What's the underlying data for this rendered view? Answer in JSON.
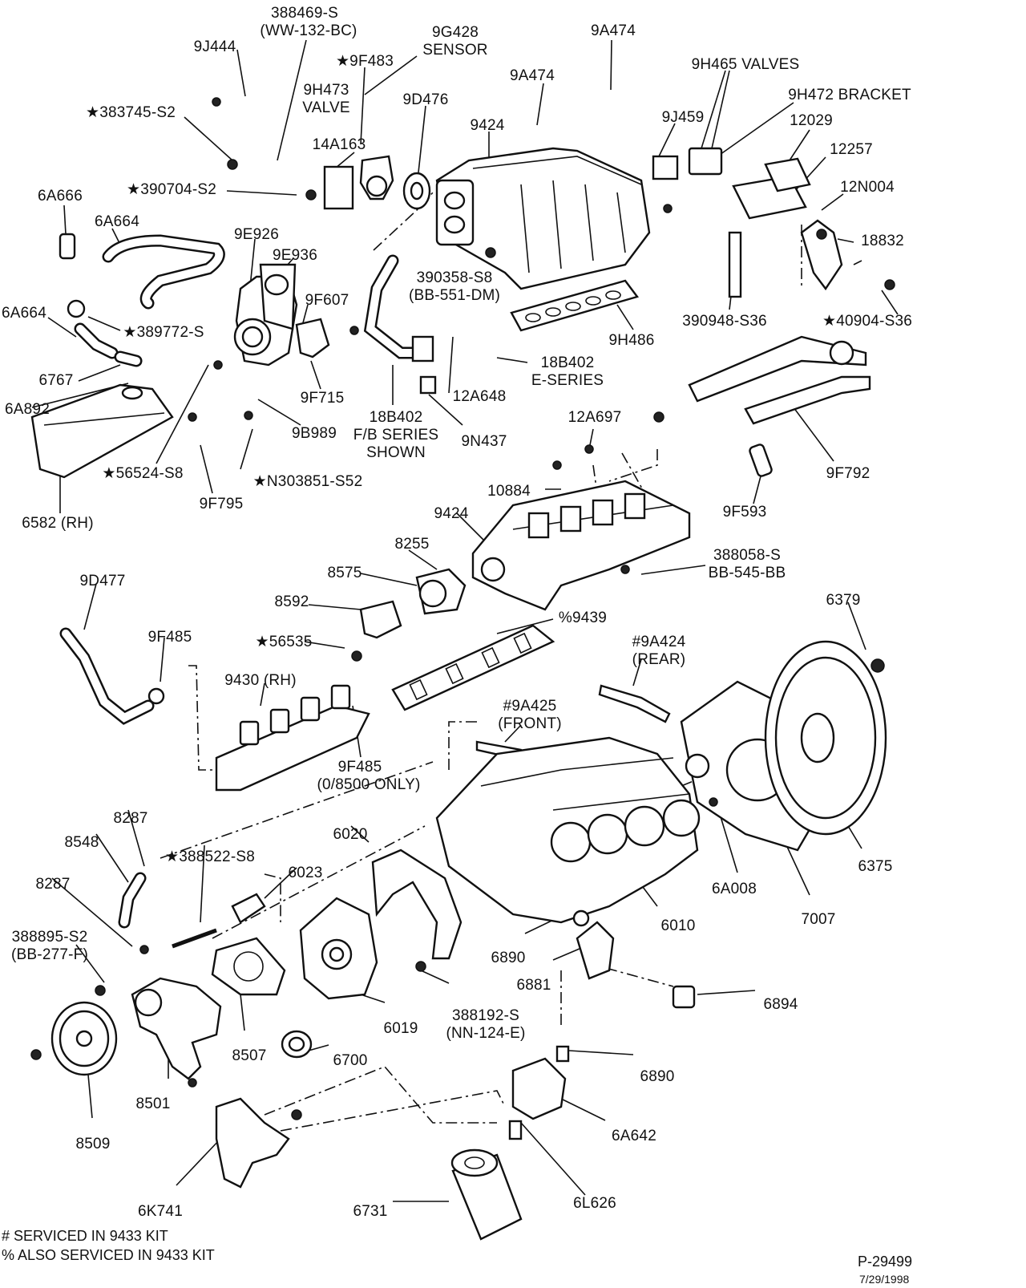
{
  "labels": {
    "l_388469": "388469-S",
    "l_ww132": "(WW-132-BC)",
    "l_9j444": "9J444",
    "l_9g428": "9G428",
    "l_sensor": "SENSOR",
    "l_9a474_a": "9A474",
    "l_9f483": "★9F483",
    "l_9h465": "9H465 VALVES",
    "l_9h473": "9H473",
    "l_valve": "VALVE",
    "l_9a474_b": "9A474",
    "l_9h472": "9H472 BRACKET",
    "l_383745": "★383745-S2",
    "l_9d476": "9D476",
    "l_9424_a": "9424",
    "l_9j459": "9J459",
    "l_12029": "12029",
    "l_14a163": "14A163",
    "l_12257": "12257",
    "l_390704": "★390704-S2",
    "l_6a666": "6A666",
    "l_12n004": "12N004",
    "l_6a664_a": "6A664",
    "l_9e926": "9E926",
    "l_18832": "18832",
    "l_9e936": "9E936",
    "l_390358": "390358-S8",
    "l_bb551": "(BB-551-DM)",
    "l_9f607": "9F607",
    "l_6a664_b": "6A664",
    "l_389772": "★389772-S",
    "l_390948": "390948-S36",
    "l_40904": "★40904-S36",
    "l_9h486": "9H486",
    "l_18b402_a": "18B402",
    "l_eseries": "E-SERIES",
    "l_6767": "6767",
    "l_12a648": "12A648",
    "l_9f715": "9F715",
    "l_6a892": "6A892",
    "l_18b402_b": "18B402",
    "l_fbseries": "F/B SERIES",
    "l_shown": "SHOWN",
    "l_9b989": "9B989",
    "l_12a697": "12A697",
    "l_9n437": "9N437",
    "l_9f792": "9F792",
    "l_56524": "★56524-S8",
    "l_n303851": "★N303851-S52",
    "l_10884": "10884",
    "l_9f795": "9F795",
    "l_9f593": "9F593",
    "l_9424_b": "9424",
    "l_6582": "6582 (RH)",
    "l_8255": "8255",
    "l_388058": "388058-S",
    "l_bb545": "BB-545-BB",
    "l_8575": "8575",
    "l_9d477": "9D477",
    "l_6379": "6379",
    "l_8592": "8592",
    "l_9439": "%9439",
    "l_9f485_a": "9F485",
    "l_56535": "★56535",
    "l_9a424": "#9A424",
    "l_rear": "(REAR)",
    "l_9430": "9430 (RH)",
    "l_9a425": "#9A425",
    "l_front": "(FRONT)",
    "l_9f485_b": "9F485",
    "l_08500": "(0/8500 ONLY)",
    "l_8287_a": "8287",
    "l_6020": "6020",
    "l_8548": "8548",
    "l_388522": "★388522-S8",
    "l_6375": "6375",
    "l_6023": "6023",
    "l_8287_b": "8287",
    "l_6a008": "6A008",
    "l_7007": "7007",
    "l_6010": "6010",
    "l_388895": "388895-S2",
    "l_bb277": "(BB-277-F)",
    "l_6890_a": "6890",
    "l_6881": "6881",
    "l_6894": "6894",
    "l_388192": "388192-S",
    "l_nn124": "(NN-124-E)",
    "l_6019": "6019",
    "l_8507": "8507",
    "l_6700": "6700",
    "l_6890_b": "6890",
    "l_8501": "8501",
    "l_6a642": "6A642",
    "l_8509": "8509",
    "l_6k741": "6K741",
    "l_6l626": "6L626",
    "l_6731": "6731"
  },
  "footnotes": {
    "hash_note": "# SERVICED IN 9433 KIT",
    "percent_note": "% ALSO SERVICED IN 9433 KIT",
    "figure_id": "P-29499",
    "date": "7/29/1998"
  }
}
